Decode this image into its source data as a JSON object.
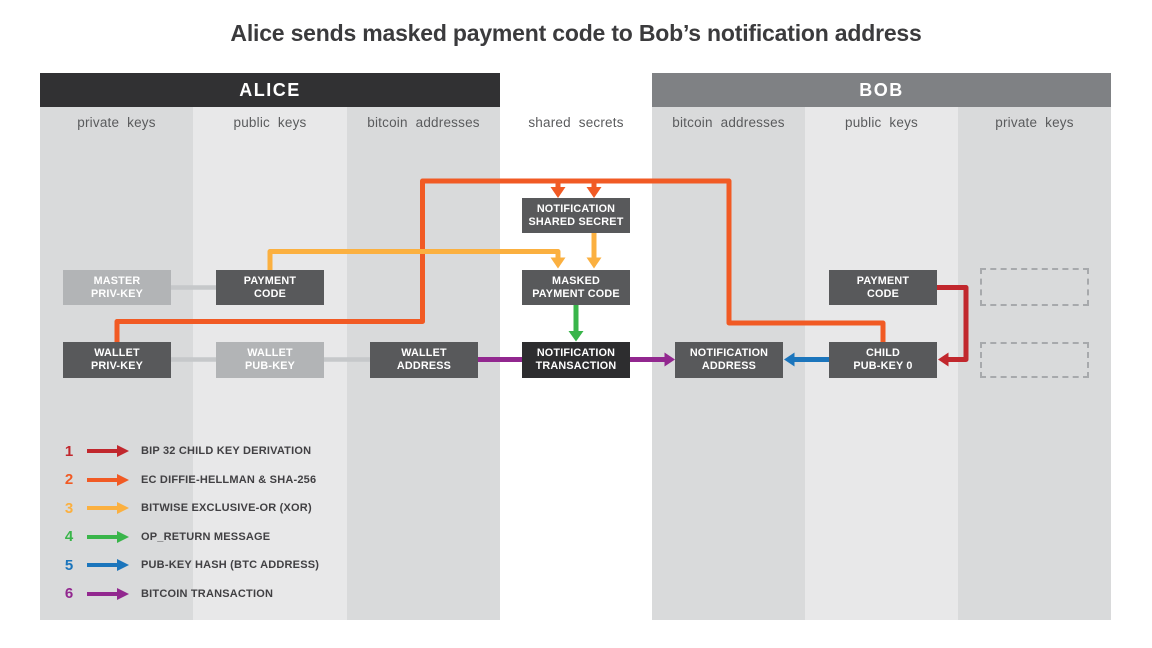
{
  "title": "Alice sends masked payment code to Bob’s notification address",
  "panels": {
    "alice": {
      "header": "ALICE",
      "columns": [
        "private keys",
        "public keys",
        "bitcoin addresses"
      ]
    },
    "center": {
      "column": "shared secrets"
    },
    "bob": {
      "header": "BOB",
      "columns": [
        "bitcoin addresses",
        "public keys",
        "private keys"
      ]
    }
  },
  "boxes": {
    "master_priv_key": {
      "line1": "MASTER",
      "line2": "PRIV-KEY"
    },
    "payment_code_alice": {
      "line1": "PAYMENT",
      "line2": "CODE"
    },
    "notification_shared_secret": {
      "line1": "NOTIFICATION",
      "line2": "SHARED SECRET"
    },
    "masked_payment_code": {
      "line1": "MASKED",
      "line2": "PAYMENT CODE"
    },
    "wallet_priv_key": {
      "line1": "WALLET",
      "line2": "PRIV-KEY"
    },
    "wallet_pub_key": {
      "line1": "WALLET",
      "line2": "PUB-KEY"
    },
    "wallet_address": {
      "line1": "WALLET",
      "line2": "ADDRESS"
    },
    "notification_transaction": {
      "line1": "NOTIFICATION",
      "line2": "TRANSACTION"
    },
    "notification_address": {
      "line1": "NOTIFICATION",
      "line2": "ADDRESS"
    },
    "child_pub_key_0": {
      "line1": "CHILD",
      "line2": "PUB-KEY 0"
    },
    "payment_code_bob": {
      "line1": "PAYMENT",
      "line2": "CODE"
    }
  },
  "legend": {
    "items": [
      {
        "num": "1",
        "label": "BIP 32 CHILD KEY DERIVATION",
        "color": "#c1272d"
      },
      {
        "num": "2",
        "label": "EC DIFFIE-HELLMAN & SHA-256",
        "color": "#f15a24"
      },
      {
        "num": "3",
        "label": "BITWISE EXCLUSIVE-OR (XOR)",
        "color": "#fbb040"
      },
      {
        "num": "4",
        "label": "OP_RETURN MESSAGE",
        "color": "#39b54a"
      },
      {
        "num": "5",
        "label": "PUB-KEY HASH (BTC ADDRESS)",
        "color": "#1b75bc"
      },
      {
        "num": "6",
        "label": "BITCOIN TRANSACTION",
        "color": "#92278f"
      }
    ]
  },
  "edges": [
    {
      "step": "2",
      "from": "wallet-priv-key",
      "to": "notification-shared-secret",
      "color": "orange"
    },
    {
      "step": "2",
      "from": "child-pub-key-0",
      "to": "notification-shared-secret",
      "color": "orange"
    },
    {
      "step": "3",
      "from": "payment-code-alice",
      "to": "masked-payment-code",
      "color": "amber"
    },
    {
      "step": "3",
      "from": "notification-shared-secret",
      "to": "masked-payment-code",
      "color": "amber"
    },
    {
      "step": "4",
      "from": "masked-payment-code",
      "to": "notification-transaction",
      "color": "green"
    },
    {
      "step": "6",
      "from": "wallet-address",
      "to": "notification-transaction",
      "color": "purple"
    },
    {
      "step": "6",
      "from": "notification-transaction",
      "to": "notification-address",
      "color": "purple"
    },
    {
      "step": "5",
      "from": "child-pub-key-0",
      "to": "notification-address",
      "color": "blue"
    },
    {
      "step": "1",
      "from": "payment-code-bob",
      "to": "child-pub-key-0",
      "color": "red"
    },
    {
      "step": "",
      "from": "master-priv-key",
      "to": "payment-code-alice",
      "color": "connector"
    },
    {
      "step": "",
      "from": "wallet-priv-key",
      "to": "wallet-pub-key",
      "color": "connector"
    },
    {
      "step": "",
      "from": "wallet-pub-key",
      "to": "wallet-address",
      "color": "connector"
    }
  ],
  "colors": {
    "red": "#c1272d",
    "orange": "#f15a24",
    "amber": "#fbb040",
    "green": "#39b54a",
    "blue": "#1b75bc",
    "purple": "#92278f",
    "connector": "#c6c8ca",
    "box_dark": "#58595b",
    "box_light": "#b2b4b6",
    "box_black": "#2d2d2f",
    "alice_header_bg": "#313133",
    "bob_header_bg": "#7f8184",
    "column_dark": "#d9dadb",
    "column_light": "#e8e8e9",
    "dashed_border": "#a7a9ac"
  }
}
